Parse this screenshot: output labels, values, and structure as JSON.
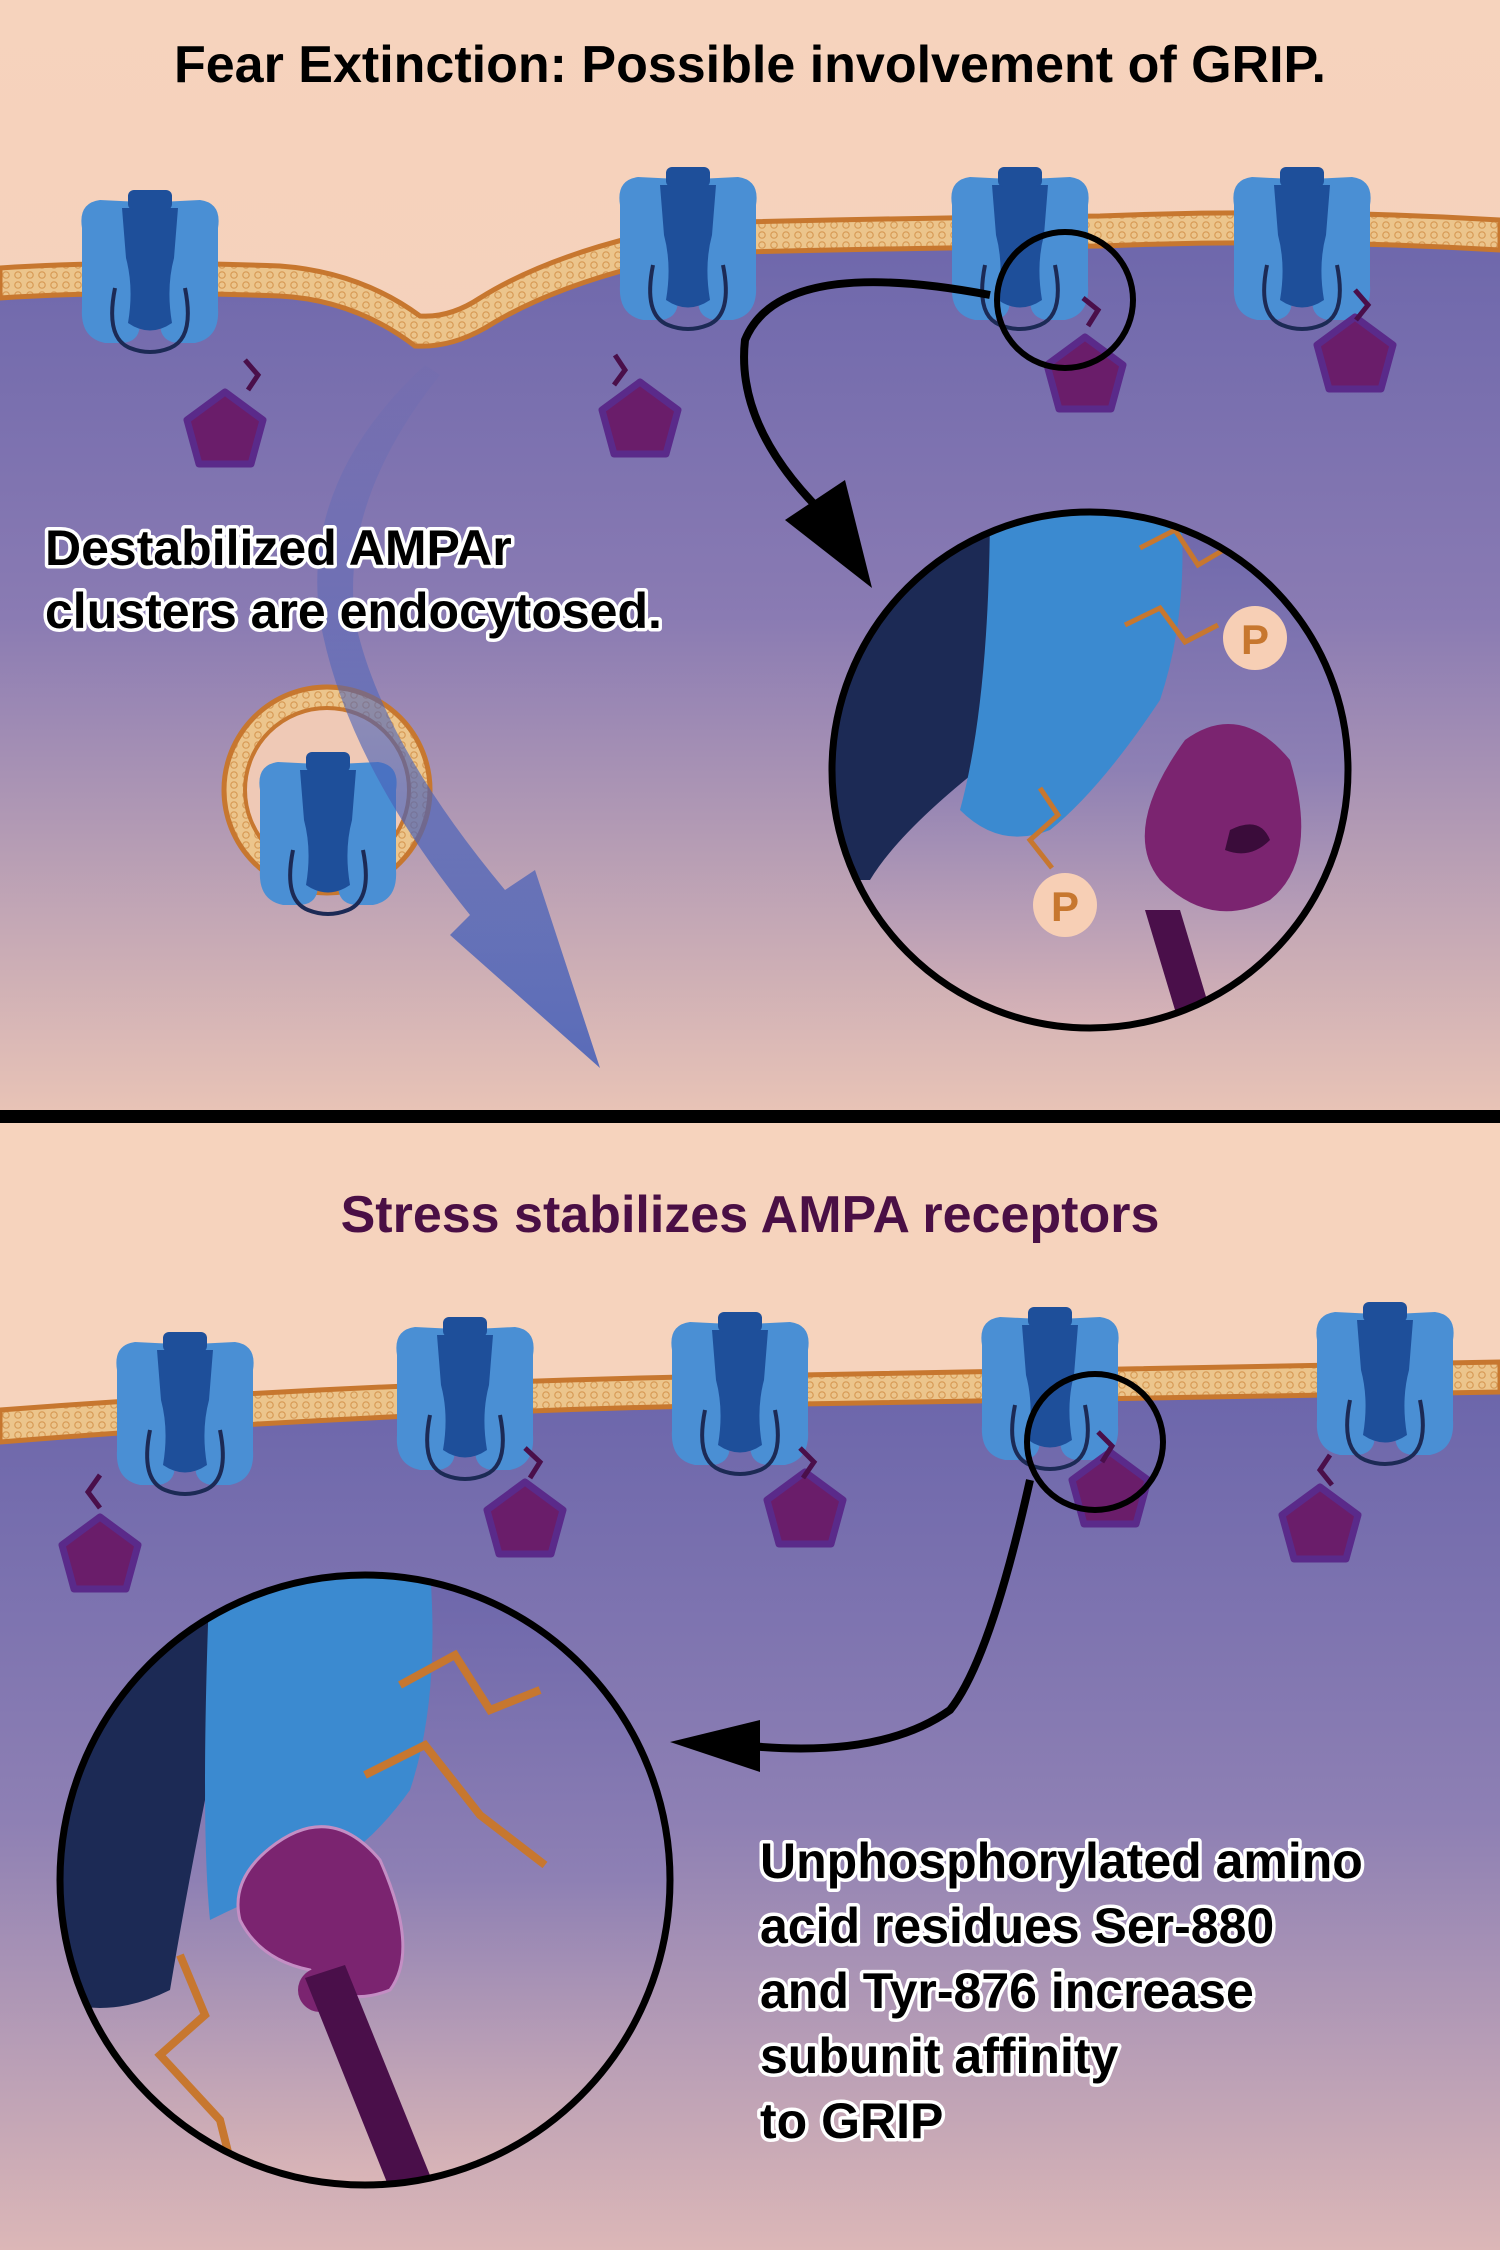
{
  "top_panel": {
    "title": "Fear Extinction: Possible involvement of GRIP.",
    "caption_lines": [
      "Destabilized AMPAr",
      "clusters are endocytosed."
    ],
    "phospho_label": "P"
  },
  "bottom_panel": {
    "title": "Stress stabilizes AMPA receptors",
    "caption_lines": [
      "Unphosphorylated amino",
      "acid residues Ser-880",
      "and Tyr-876 increase",
      "subunit affinity",
      "to GRIP"
    ]
  },
  "colors": {
    "background_top": "#f6d3bd",
    "cytoplasm": "#7a70b0",
    "membrane": "#e8b878",
    "membrane_edge": "#c7772f",
    "receptor_light": "#4a8fd4",
    "receptor_dark": "#1e4f9a",
    "receptor_navy": "#1c2a55",
    "grip_protein": "#7b2470",
    "kinase_stalk": "#4a0f4a",
    "phosphate_circle": "#f7cfb5",
    "phosphate_text": "#c7772f",
    "divider": "#000000",
    "title_bottom": "#4a0f45"
  },
  "icons": [
    "ampa-receptor-icon",
    "grip-protein-icon",
    "phosphate-group-icon",
    "endocytic-vesicle-icon",
    "zoom-lens-icon",
    "arrow-icon"
  ]
}
